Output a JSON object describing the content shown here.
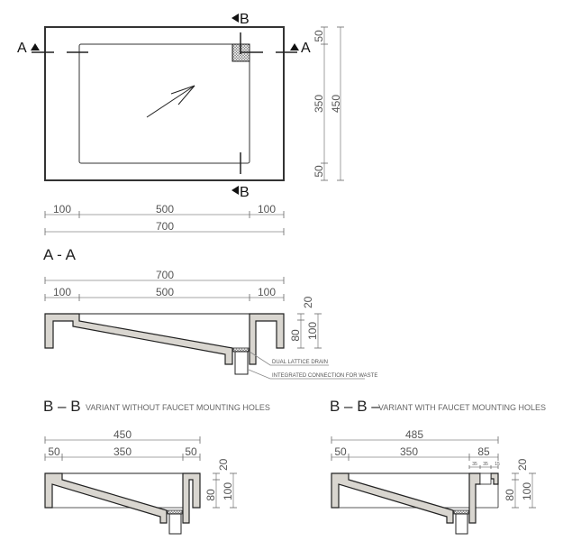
{
  "plan": {
    "section_a_left": "A",
    "section_a_right": "A",
    "section_b_top": "B",
    "section_b_bottom": "B",
    "horizontal_dims": [
      "100",
      "500",
      "100"
    ],
    "overall_width": "700",
    "vertical_dims": [
      "50",
      "350",
      "50"
    ],
    "overall_depth": "450"
  },
  "section_aa": {
    "title": "A - A",
    "overall_width": "700",
    "horizontal_dims": [
      "100",
      "500",
      "100"
    ],
    "height_dims": [
      "20",
      "80",
      "100"
    ],
    "callouts": [
      "DUAL LATTICE DRAIN",
      "INTEGRATED CONNECTION FOR WASTE"
    ]
  },
  "section_bb_plain": {
    "title": "B – B",
    "subtitle": "VARIANT WITHOUT FAUCET MOUNTING HOLES",
    "overall_width": "450",
    "horizontal_dims": [
      "50",
      "350",
      "50"
    ],
    "height_dims": [
      "20",
      "80",
      "100"
    ]
  },
  "section_bb_faucet": {
    "title": "B – B –",
    "subtitle": "VARIANT WITH FAUCET MOUNTING HOLES",
    "overall_width": "485",
    "horizontal_dims": [
      "50",
      "350",
      "85"
    ],
    "faucet_dims": [
      "35",
      "35",
      "15"
    ],
    "height_dims": [
      "20",
      "80",
      "100"
    ]
  }
}
